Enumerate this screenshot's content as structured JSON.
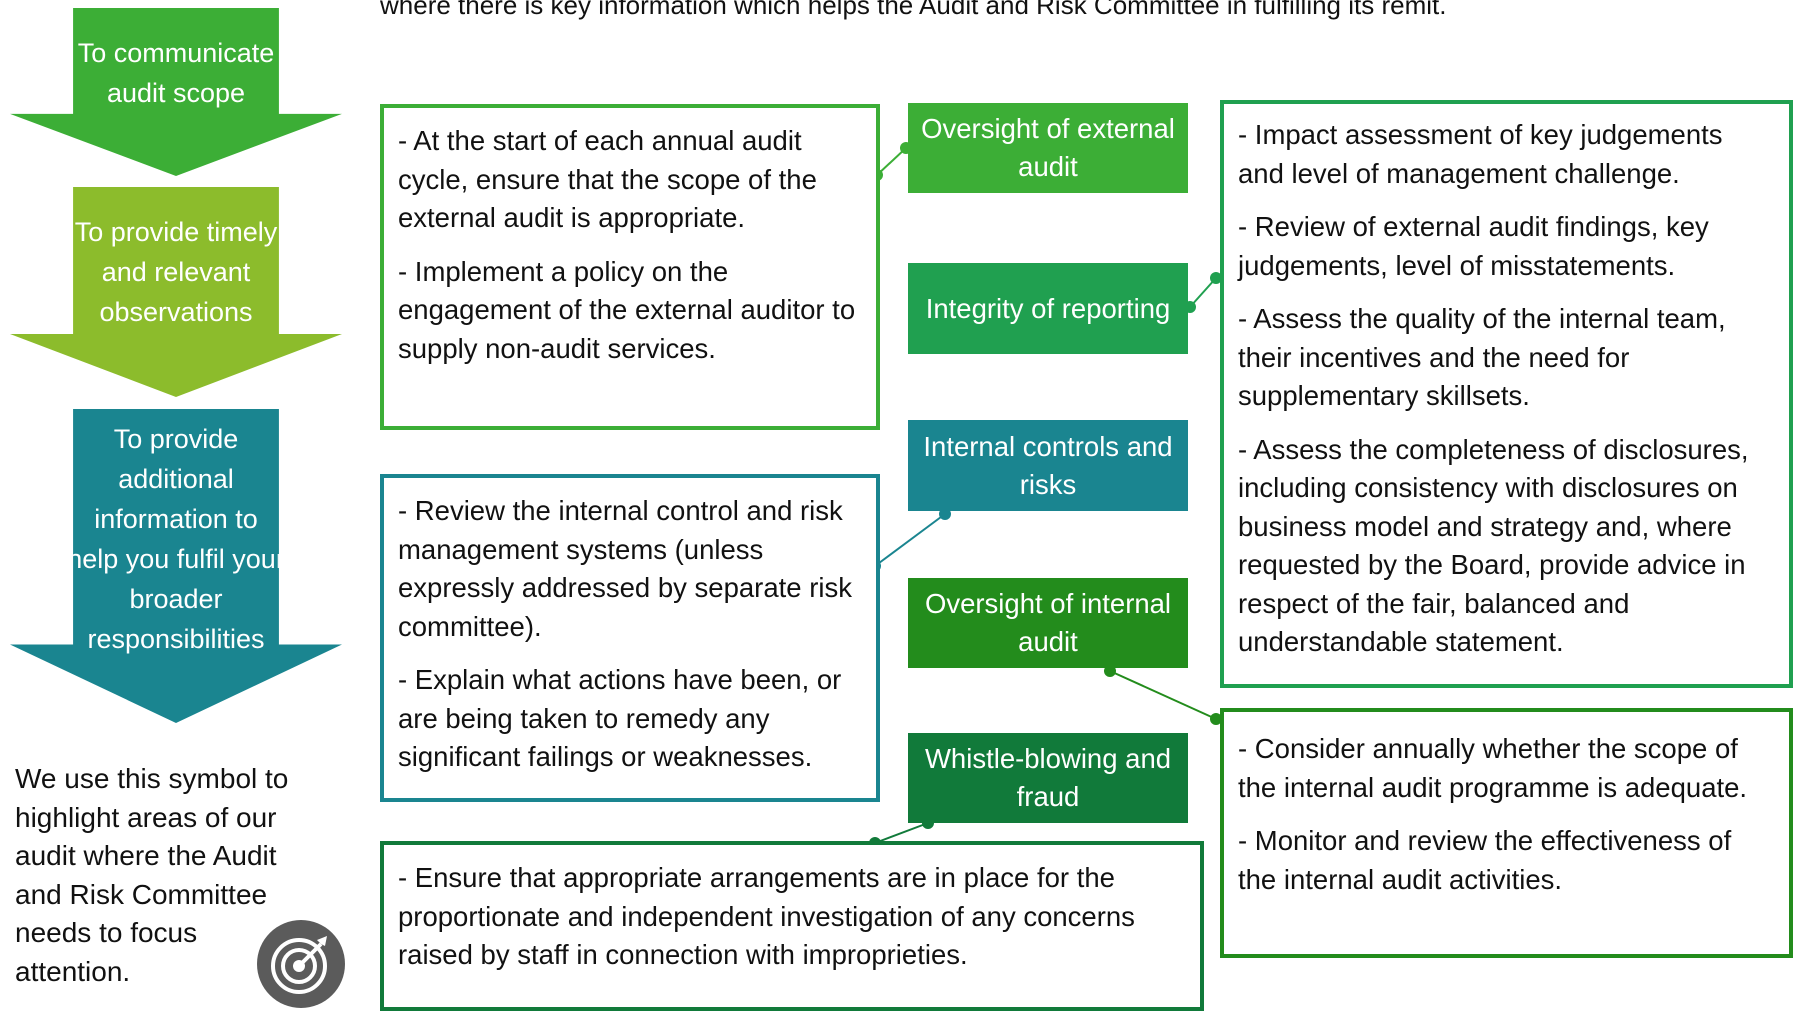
{
  "intro_fragment": "where there is key information which helps the Audit and Risk Committee in fulfilling its remit.",
  "purposes": [
    {
      "label": "To communicate audit scope",
      "color": "#3cae36"
    },
    {
      "label": "To provide timely and relevant observations",
      "color": "#8cbc2c"
    },
    {
      "label": "To provide additional information to help you fulfil your broader responsibilities",
      "color": "#1a8590"
    }
  ],
  "legend": {
    "text": "We use this symbol to highlight areas of our audit where the Audit and Risk Committee needs to focus attention.",
    "icon": "target-icon"
  },
  "areas": [
    {
      "label": "Oversight of external audit",
      "color": "#3cae36"
    },
    {
      "label": "Integrity of reporting",
      "color": "#20a050"
    },
    {
      "label": "Internal controls and risks",
      "color": "#1a8590"
    },
    {
      "label": "Oversight of internal audit",
      "color": "#238c1c"
    },
    {
      "label": "Whistle-blowing and fraud",
      "color": "#117a3a"
    }
  ],
  "boxes": {
    "external_audit": [
      "- At the start of each annual audit cycle, ensure that the scope of the external audit is appropriate.",
      "- Implement a policy on the engagement  of the external auditor to supply non-audit services."
    ],
    "internal_controls": [
      "- Review the internal control and risk management systems  (unless expressly addressed by separate risk committee).",
      "- Explain what actions have been, or are being taken to remedy any significant failings or weaknesses."
    ],
    "whistleblowing": [
      "- Ensure that appropriate arrangements are in place for the proportionate and independent investigation of any concerns raised by staff in connection with improprieties."
    ],
    "integrity": [
      "- Impact assessment of key judgements and  level of management challenge.",
      "- Review of external audit findings, key judgements, level of misstatements.",
      "- Assess the quality of the internal team, their incentives and the need for supplementary skillsets.",
      "- Assess the completeness of disclosures, including consistency with disclosures on business model and strategy and,  where requested by the Board, provide advice in respect of the fair, balanced and understandable statement."
    ],
    "internal_audit": [
      "- Consider annually whether the scope of the internal audit programme is adequate.",
      "- Monitor and review the effectiveness of the internal audit activities."
    ]
  }
}
